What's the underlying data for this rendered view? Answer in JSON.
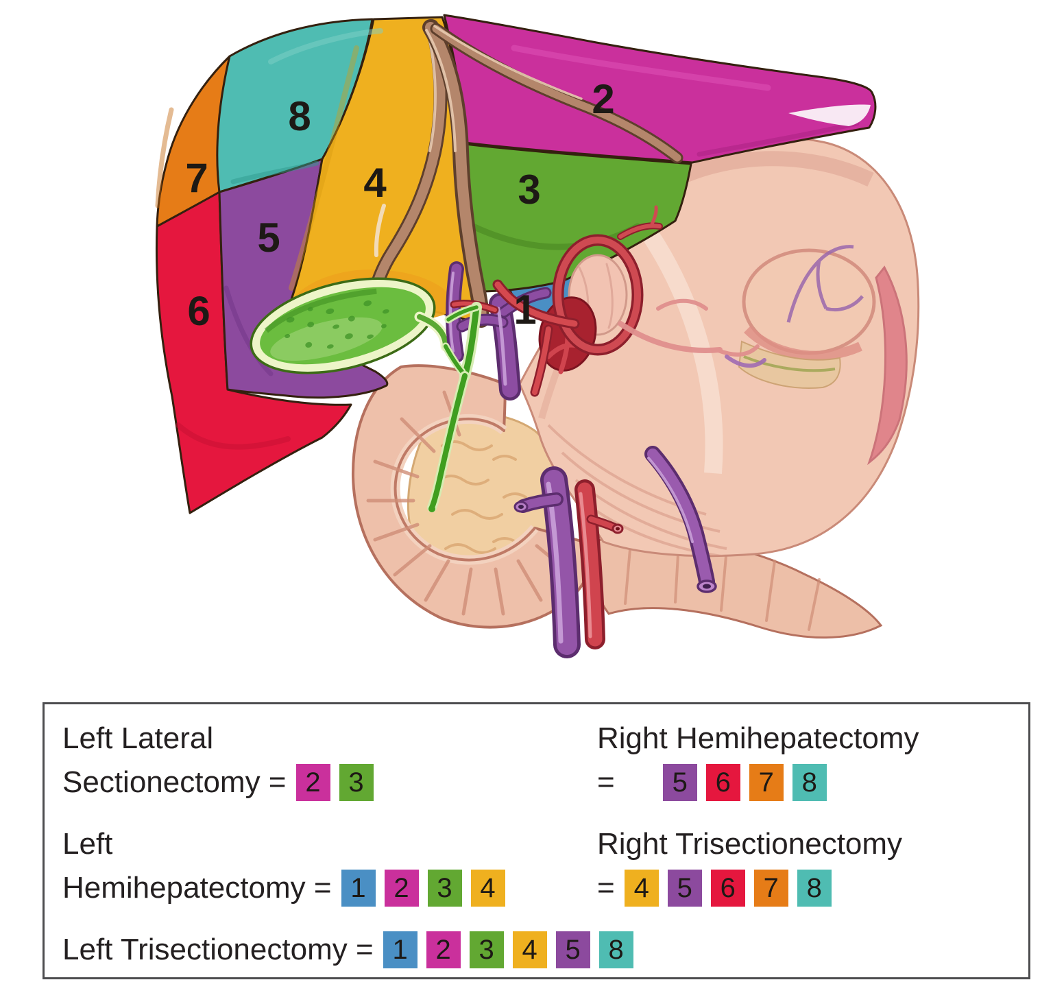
{
  "segments": [
    {
      "id": 1,
      "label": "1",
      "color": "#4a8fc4"
    },
    {
      "id": 2,
      "label": "2",
      "color": "#ca309c"
    },
    {
      "id": 3,
      "label": "3",
      "color": "#62a832"
    },
    {
      "id": 4,
      "label": "4",
      "color": "#efb01f"
    },
    {
      "id": 5,
      "label": "5",
      "color": "#8c4a9e"
    },
    {
      "id": 6,
      "label": "6",
      "color": "#e5173e"
    },
    {
      "id": 7,
      "label": "7",
      "color": "#e67c17"
    },
    {
      "id": 8,
      "label": "8",
      "color": "#4fbcb2"
    }
  ],
  "legend": {
    "entries": [
      {
        "line1": "Left Lateral",
        "line2_prefix": "Sectionectomy =",
        "segments": [
          2,
          3
        ]
      },
      {
        "line1": "Left",
        "line2_prefix": "Hemihepatectomy =",
        "segments": [
          1,
          2,
          3,
          4
        ]
      },
      {
        "line1": "",
        "line2_prefix": "Left Trisectionectomy =",
        "segments": [
          1,
          2,
          3,
          4,
          5,
          8
        ]
      },
      {
        "line1": "Right Hemihepatectomy",
        "line2_prefix": "=",
        "segments": [
          5,
          6,
          7,
          8
        ]
      },
      {
        "line1": "Right Trisectionectomy",
        "line2_prefix": "=",
        "segments": [
          4,
          5,
          6,
          7,
          8
        ]
      }
    ]
  }
}
